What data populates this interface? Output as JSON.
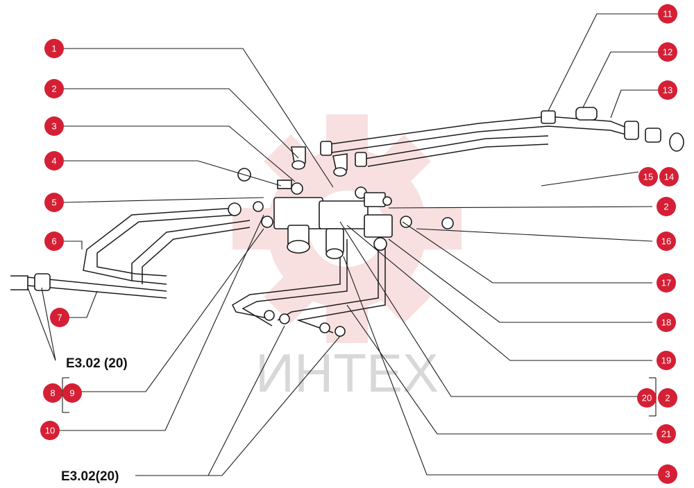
{
  "watermark": {
    "text": "ИНТЕХ",
    "color": "#f3c7c7"
  },
  "callout_color": "#d51f35",
  "callouts_left": [
    "1",
    "2",
    "3",
    "4",
    "5",
    "6",
    "7",
    "8",
    "9",
    "10"
  ],
  "callouts_right": [
    "11",
    "12",
    "13",
    "15",
    "14",
    "2",
    "16",
    "17",
    "18",
    "19",
    "20",
    "2",
    "21",
    "3"
  ],
  "references": [
    "E3.02 (20)",
    "E3.02(20)"
  ]
}
